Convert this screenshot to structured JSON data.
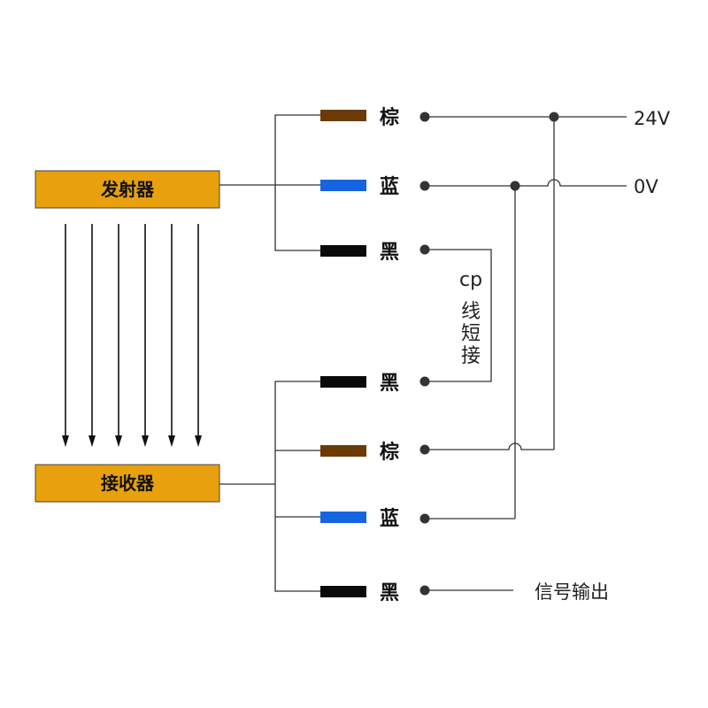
{
  "boxes": {
    "emitter": {
      "label": "发射器"
    },
    "receiver": {
      "label": "接收器"
    }
  },
  "emitter_wires": [
    {
      "label": "棕",
      "color": "#6b3a05"
    },
    {
      "label": "蓝",
      "color": "#1565e0"
    },
    {
      "label": "黑",
      "color": "#0a0a0a"
    }
  ],
  "receiver_wires": [
    {
      "label": "黑",
      "color": "#0a0a0a"
    },
    {
      "label": "棕",
      "color": "#6b3a05"
    },
    {
      "label": "蓝",
      "color": "#1565e0"
    },
    {
      "label": "黑",
      "color": "#0a0a0a"
    }
  ],
  "terminals": {
    "v24": "24V",
    "v0": "0V",
    "signal": "信号输出"
  },
  "shortcut": {
    "line1": "cp",
    "line2": "线",
    "line3": "短",
    "line4": "接"
  },
  "colors": {
    "box_fill": "#e8a10c",
    "line": "#333333",
    "dot": "#333333"
  }
}
